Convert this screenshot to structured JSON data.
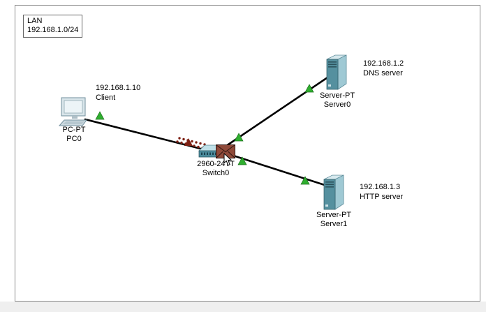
{
  "workspace": {
    "note": {
      "line1": "LAN",
      "line2": "192.168.1.0/24"
    }
  },
  "devices": {
    "pc0": {
      "model": "PC-PT",
      "name": "PC0",
      "annotation": {
        "line1": "192.168.1.10",
        "line2": "Client"
      }
    },
    "switch0": {
      "model": "2960-24TT",
      "name": "Switch0"
    },
    "server0": {
      "model": "Server-PT",
      "name": "Server0",
      "annotation": {
        "line1": "192.168.1.2",
        "line2": "DNS server"
      }
    },
    "server1": {
      "model": "Server-PT",
      "name": "Server1",
      "annotation": {
        "line1": "192.168.1.3",
        "line2": "HTTP server"
      }
    }
  },
  "colors": {
    "link": "#000000",
    "link_status_up": "#2fae2f",
    "link_status_edge": "#1b6e1b",
    "activity_trail": "#7d2014",
    "envelope": "#8f4a3a",
    "canvas_border": "#8a8a8a"
  }
}
